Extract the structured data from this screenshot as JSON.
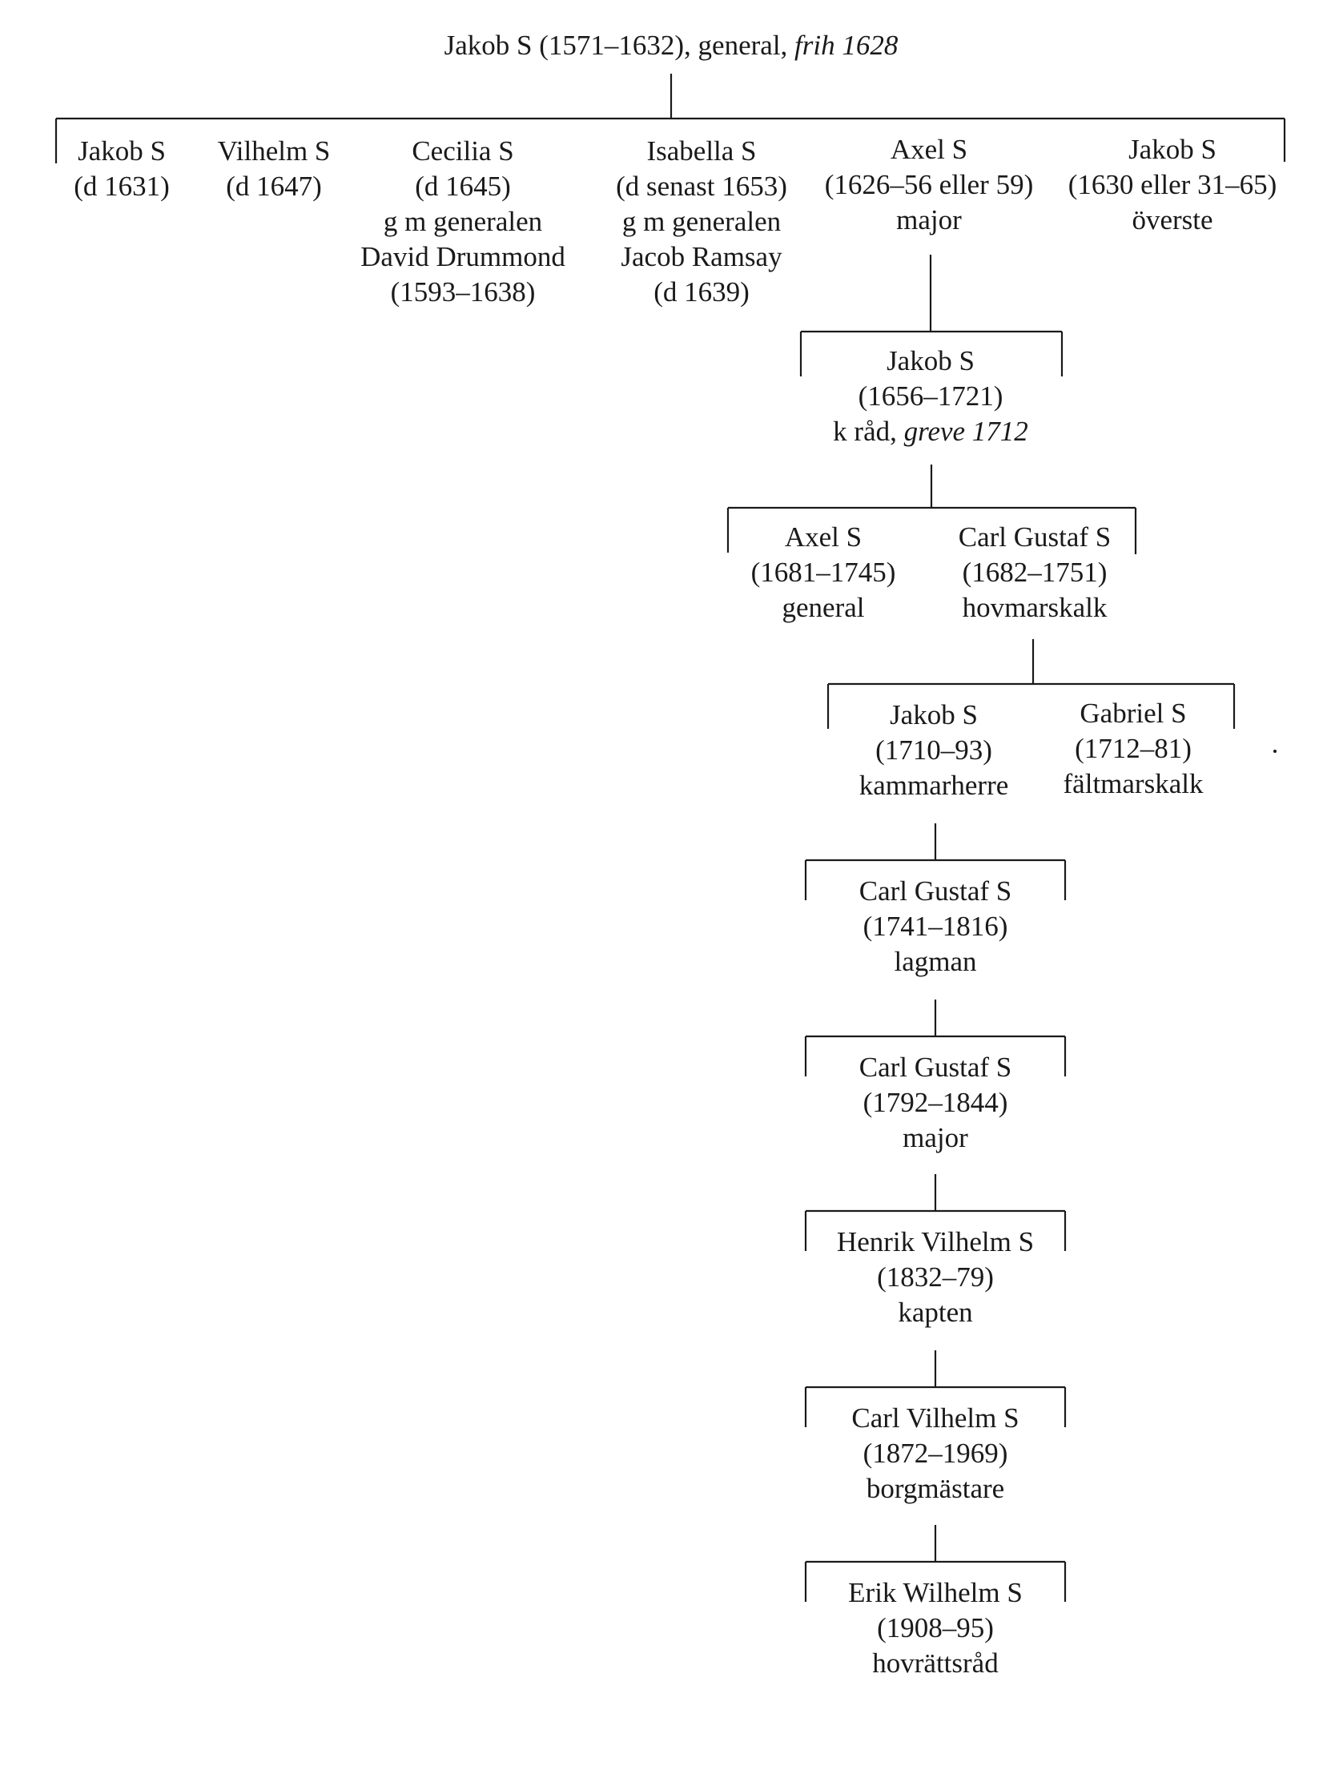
{
  "root": {
    "line1_main": "Jakob S (1571–1632), general, ",
    "line1_title": "frih 1628"
  },
  "gen1": [
    {
      "name": "Jakob S",
      "info": [
        "(d 1631)"
      ]
    },
    {
      "name": "Vilhelm S",
      "info": [
        "(d 1647)"
      ]
    },
    {
      "name": "Cecilia S",
      "info": [
        "(d 1645)",
        "g m generalen",
        "David Drummond",
        "(1593–1638)"
      ]
    },
    {
      "name": "Isabella S",
      "info": [
        "(d senast 1653)",
        "g m generalen",
        "Jacob Ramsay",
        "(d 1639)"
      ]
    },
    {
      "name": "Axel S",
      "info": [
        "(1626–56 eller 59)",
        "major"
      ]
    },
    {
      "name": "Jakob S",
      "info": [
        "(1630 eller 31–65)",
        "överste"
      ]
    }
  ],
  "gen2": {
    "name": "Jakob S",
    "dates": "(1656–1721)",
    "role": "k råd, ",
    "title": "greve 1712"
  },
  "gen3": [
    {
      "name": "Axel S",
      "dates": "(1681–1745)",
      "role": "general"
    },
    {
      "name": "Carl Gustaf S",
      "dates": "(1682–1751)",
      "role": "hovmarskalk"
    }
  ],
  "gen4": [
    {
      "name": "Jakob S",
      "dates": "(1710–93)",
      "role": "kammarherre"
    },
    {
      "name": "Gabriel S",
      "dates": "(1712–81)",
      "role": "fältmarskalk"
    }
  ],
  "line": [
    {
      "name": "Carl Gustaf S",
      "dates": "(1741–1816)",
      "role": "lagman"
    },
    {
      "name": "Carl Gustaf S",
      "dates": "(1792–1844)",
      "role": "major"
    },
    {
      "name": "Henrik Vilhelm S",
      "dates": "(1832–79)",
      "role": "kapten"
    },
    {
      "name": "Carl Vilhelm S",
      "dates": "(1872–1969)",
      "role": "borgmästare"
    },
    {
      "name": "Erik Wilhelm S",
      "dates": "(1908–95)",
      "role": "hovrättsråd"
    }
  ]
}
